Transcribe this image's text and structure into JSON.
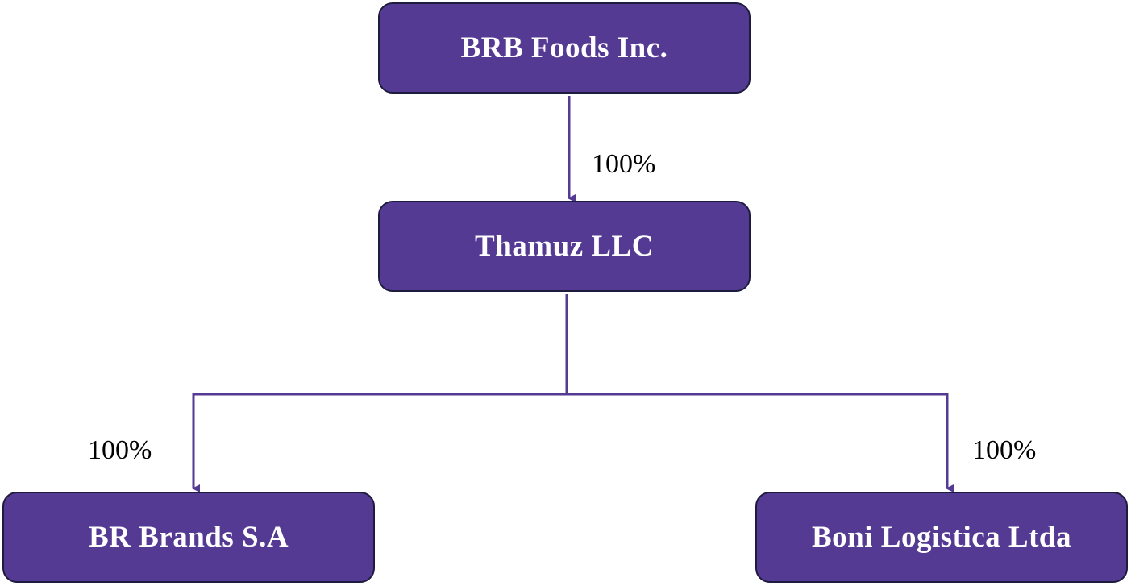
{
  "nodes": {
    "parent": "BRB Foods Inc.",
    "holding": "Thamuz LLC",
    "sub_left": "BR Brands S.A",
    "sub_right": "Boni Logistica Ltda"
  },
  "edges": {
    "parent_to_holding": "100%",
    "holding_to_left": "100%",
    "holding_to_right": "100%"
  },
  "colors": {
    "box_fill": "#553a94",
    "box_border": "#1e1c3e",
    "line": "#553a94"
  }
}
